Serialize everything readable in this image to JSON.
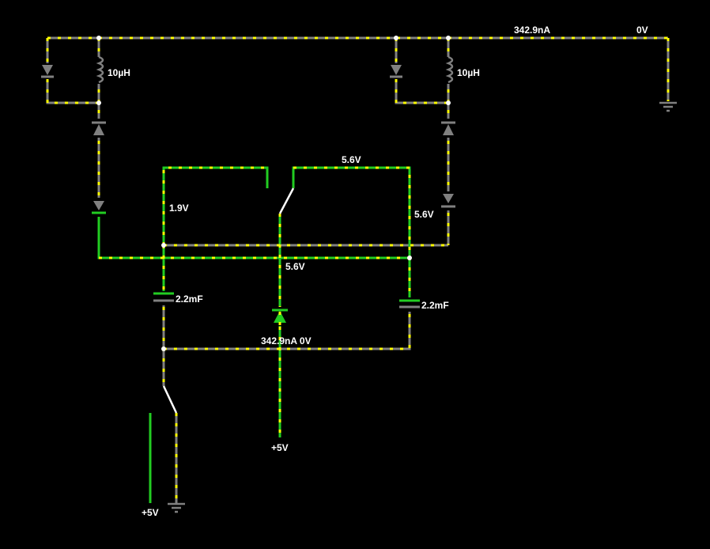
{
  "colors": {
    "background": "#000000",
    "wire_idle": "#808080",
    "wire_active": "#22cc22",
    "current_dot": "#ffff00",
    "node": "#ffffff",
    "label": "#ffffff"
  },
  "labels": {
    "top_current": "342.9nA",
    "top_voltage": "0V",
    "inductor_left": "10µH",
    "inductor_right": "10µH",
    "v_left_node": "1.9V",
    "v_top_right": "5.6V",
    "v_right_node": "5.6V",
    "v_center": "5.6V",
    "cap_left": "2.2mF",
    "cap_right": "2.2mF",
    "bottom_current": "342.9nA 0V",
    "source_center": "+5V",
    "source_left": "+5V"
  },
  "icons": {
    "diode": "diode-icon",
    "inductor": "inductor-icon",
    "capacitor": "capacitor-icon",
    "switch": "switch-icon",
    "ground": "ground-icon"
  }
}
